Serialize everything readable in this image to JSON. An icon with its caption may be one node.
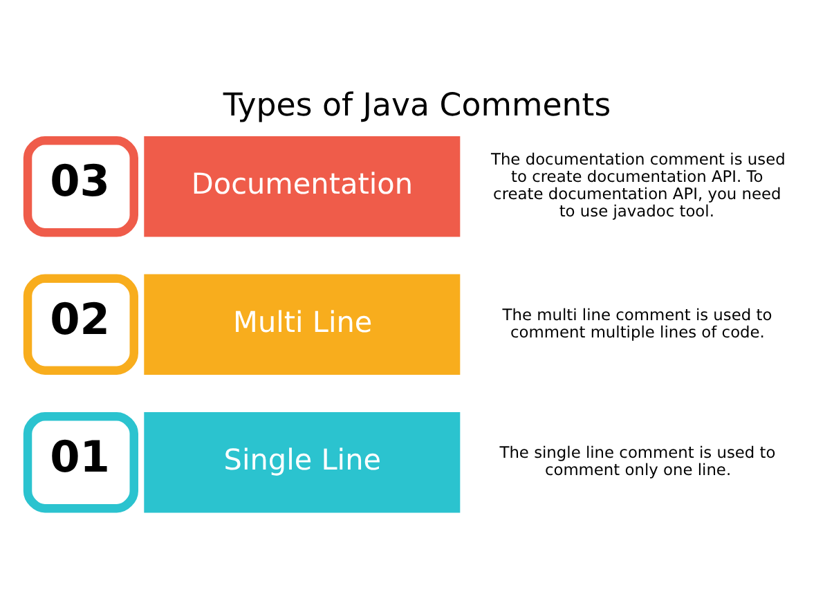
{
  "diagram": {
    "title": "Types of Java Comments",
    "nodes": [
      {
        "text": [
          "01",
          "Single Line"
        ],
        "beside": [
          "The single line comment is used to comment only one line."
        ]
      },
      {
        "text": [
          "02",
          "Multi Line"
        ],
        "beside": [
          "The multi line comment is used to comment multiple lines of code."
        ]
      },
      {
        "text": [
          "03",
          "Documentation"
        ],
        "beside": [
          "The documentation comment is used to create documentation API. To create documentation API, you need to use javadoc tool."
        ]
      }
    ],
    "edges": []
  }
}
